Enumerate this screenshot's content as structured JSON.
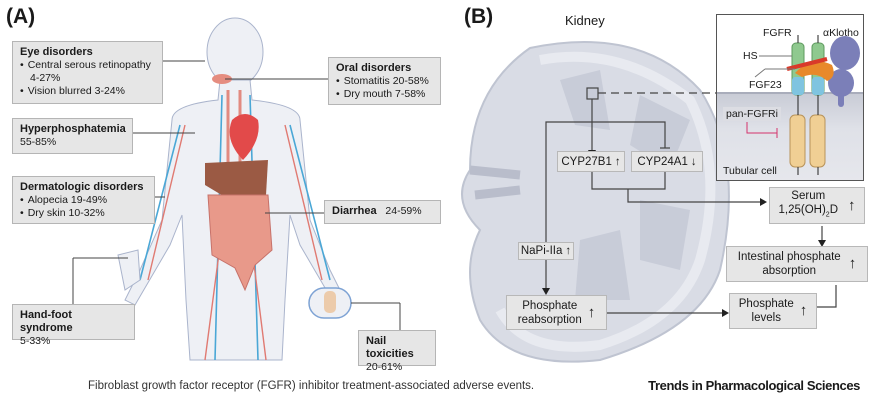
{
  "panels": {
    "a_label": "(A)",
    "b_label": "(B)"
  },
  "panel_a": {
    "eye": {
      "title": "Eye disorders",
      "items": [
        "Central serous retinopathy",
        "4-27%",
        "Vision blurred 3-24%"
      ]
    },
    "hyperphosphatemia": {
      "title": "Hyperphosphatemia",
      "value": "55-85%"
    },
    "dermatologic": {
      "title": "Dermatologic disorders",
      "items": [
        "Alopecia 19-49%",
        "Dry skin 10-32%"
      ]
    },
    "hand_foot": {
      "title": "Hand-foot syndrome",
      "value": "5-33%"
    },
    "oral": {
      "title": "Oral disorders",
      "items": [
        "Stomatitis 20-58%",
        "Dry mouth 7-58%"
      ]
    },
    "diarrhea": {
      "title": "Diarrhea",
      "value": "24-59%"
    },
    "nail": {
      "title": "Nail toxicities",
      "value": "20-61%"
    }
  },
  "panel_b": {
    "kidney_label": "Kidney",
    "cyp27b1": {
      "label": "CYP27B1",
      "direction": "↑"
    },
    "cyp24a1": {
      "label": "CYP24A1",
      "direction": "↓"
    },
    "napi": {
      "label": "NaPi-IIa",
      "direction": "↑"
    },
    "reabsorption": {
      "line1": "Phosphate",
      "line2": "reabsorption",
      "direction": "↑"
    },
    "serum": {
      "line1": "Serum",
      "line2": "1,25(OH)",
      "sub": "2",
      "line2_end": "D",
      "direction": "↑"
    },
    "intestinal": {
      "line1": "Intestinal phosphate",
      "line2": "absorption",
      "direction": "↑"
    },
    "levels": {
      "line1": "Phosphate",
      "line2": "levels",
      "direction": "↑"
    },
    "inset": {
      "fgfr": "FGFR",
      "klotho": "αKlotho",
      "hs": "HS",
      "fgf23": "FGF23",
      "inhibitor": "pan-FGFRi",
      "cell": "Tubular cell"
    }
  },
  "footer": {
    "caption": "Fibroblast growth factor receptor (FGFR) inhibitor treatment-associated adverse events.",
    "journal": "Trends in Pharmacological Sciences"
  },
  "colors": {
    "box_bg": "#e6e6e6",
    "kidney": "#d4d7e0",
    "receptor_green": "#8fc98f",
    "receptor_blue": "#7fc4e0",
    "tan": "#f0cf94",
    "klotho": "#7b7fb8",
    "fgf23": "#e8892a",
    "inhibitor_line": "#d4336b"
  }
}
